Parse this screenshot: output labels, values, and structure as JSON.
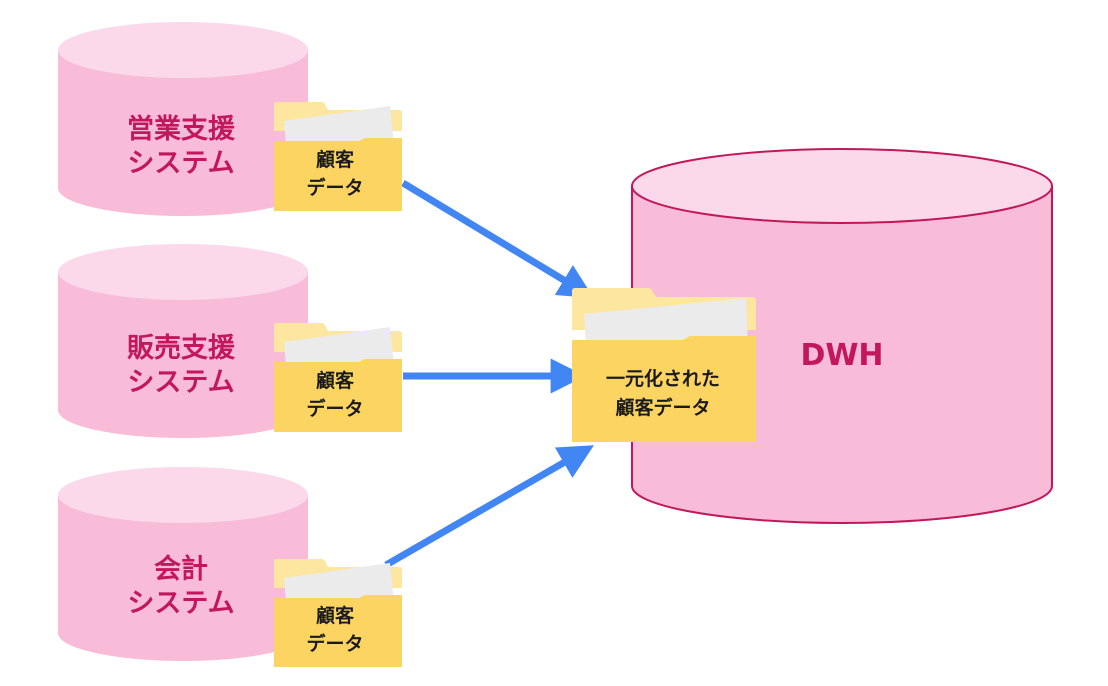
{
  "colors": {
    "cylinder_fill": "#f8bbd8",
    "cylinder_top": "#fcd9ea",
    "cylinder_stroke": "#c2185b",
    "db_text": "#c2185b",
    "folder_body": "#fcd462",
    "folder_back": "#fde6a0",
    "folder_paper": "#ebebeb",
    "arrow": "#4286f4"
  },
  "sources": [
    {
      "line1": "営業支援",
      "line2": "システム",
      "folder_line1": "顧客",
      "folder_line2": "データ"
    },
    {
      "line1": "販売支援",
      "line2": "システム",
      "folder_line1": "顧客",
      "folder_line2": "データ"
    },
    {
      "line1": "会計",
      "line2": "システム",
      "folder_line1": "顧客",
      "folder_line2": "データ"
    }
  ],
  "dwh": {
    "label": "DWH",
    "folder_line1": "一元化された",
    "folder_line2": "顧客データ"
  }
}
